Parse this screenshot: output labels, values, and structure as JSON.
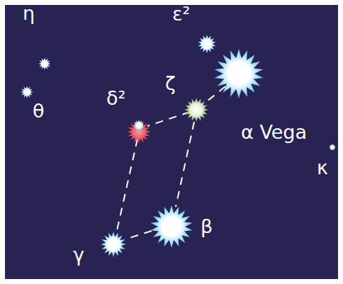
{
  "diagram": {
    "labels": [
      "η",
      "θ",
      "ε²",
      "ζ",
      "α Vega",
      "δ²",
      "κ",
      "β",
      "γ"
    ]
  }
}
